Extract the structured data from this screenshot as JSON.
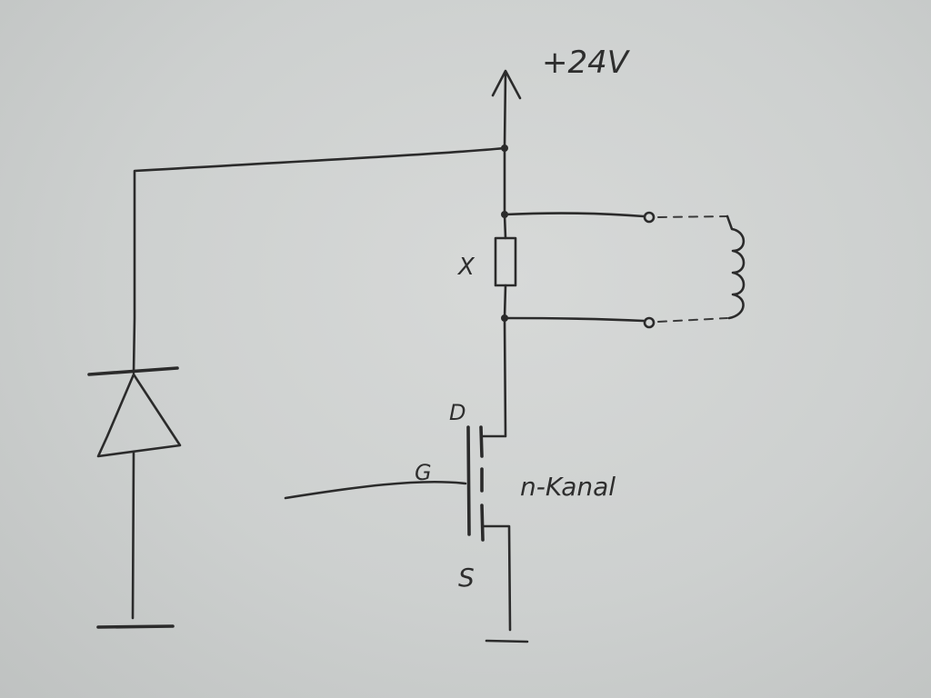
{
  "labels": {
    "supply": "+24V",
    "resistor": "X",
    "drain": "D",
    "gate": "G",
    "source": "S",
    "transistor_type": "n-Kanal"
  },
  "colors": {
    "ink": "#2b2b2b",
    "paper": "#d2d4d3"
  }
}
